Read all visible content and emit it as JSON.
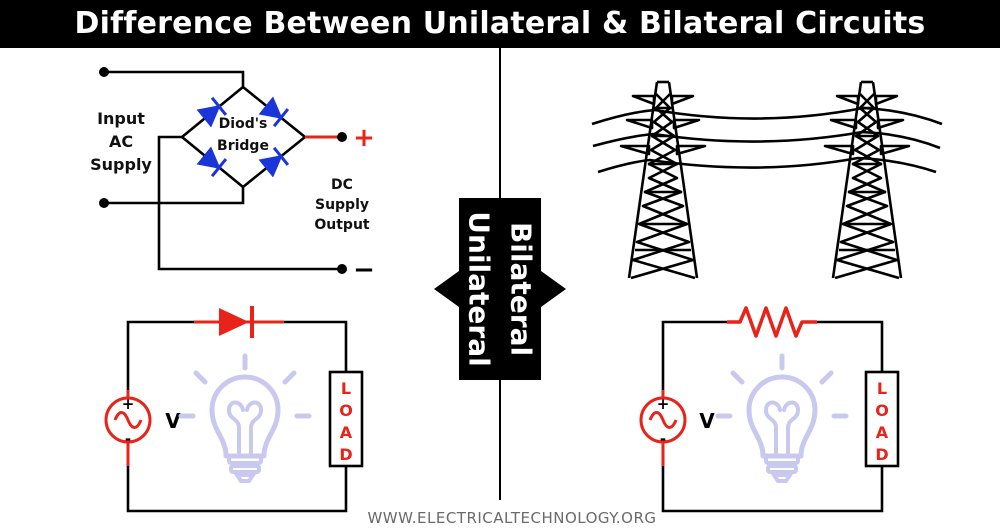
{
  "title": "Difference Between Unilateral & Bilateral Circuits",
  "left": {
    "input_label": [
      "Input",
      "AC",
      "Supply"
    ],
    "bridge_label": [
      "Diod's",
      "Bridge"
    ],
    "output_label": [
      "DC",
      "Supply",
      "Output"
    ],
    "plus_sign": "+",
    "minus_sign": "−",
    "tag": "Unilateral",
    "source_voltage": "V",
    "source_plus": "+",
    "source_minus": "-",
    "load_letters": [
      "L",
      "O",
      "A",
      "D"
    ]
  },
  "right": {
    "tag": "Bilateral",
    "source_voltage": "V",
    "source_plus": "+",
    "source_minus": "-",
    "load_letters": [
      "L",
      "O",
      "A",
      "D"
    ]
  },
  "watermark": "WWW.ELECTRICALTECHNOLOGY.ORG",
  "colors": {
    "accent_red": "#e8231a",
    "diode_blue": "#1a35d8",
    "bulb_lavender": "#c9c9ef",
    "wire": "#000000"
  }
}
